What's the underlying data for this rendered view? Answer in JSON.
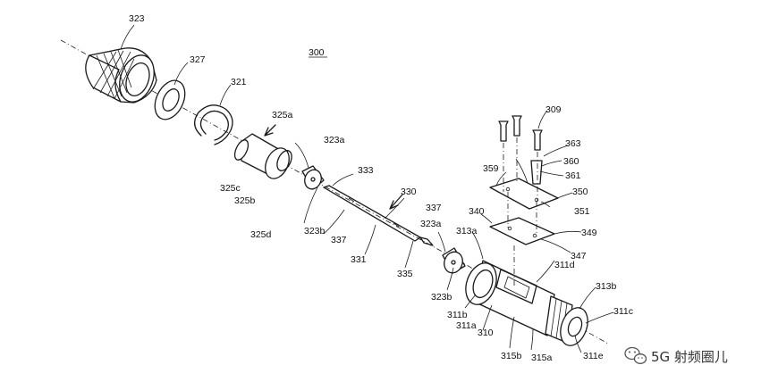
{
  "figure_number": "300",
  "labels": {
    "l323": "323",
    "l327": "327",
    "l321": "321",
    "l325a": "325a",
    "l325c": "325c",
    "l325b": "325b",
    "l325d": "325d",
    "l323a_top": "323a",
    "l323b_top": "323b",
    "l333": "333",
    "l330": "330",
    "l337a": "337",
    "l337b": "337",
    "l331": "331",
    "l323a_bot": "323a",
    "l335": "335",
    "l313a": "313a",
    "l323b_bot": "323b",
    "l311b": "311b",
    "l311a": "311a",
    "l310": "310",
    "l315b": "315b",
    "l315a": "315a",
    "l311e": "311e",
    "l311c": "311c",
    "l313b": "313b",
    "l311d": "311d",
    "l347": "347",
    "l349": "349",
    "l340": "340",
    "l351a": "351",
    "l350": "350",
    "l359": "359",
    "l360": "360",
    "l361": "361",
    "l363": "363",
    "l309": "309"
  },
  "watermark": {
    "text": "5G 射频圈儿",
    "icon": "wechat-icon"
  }
}
